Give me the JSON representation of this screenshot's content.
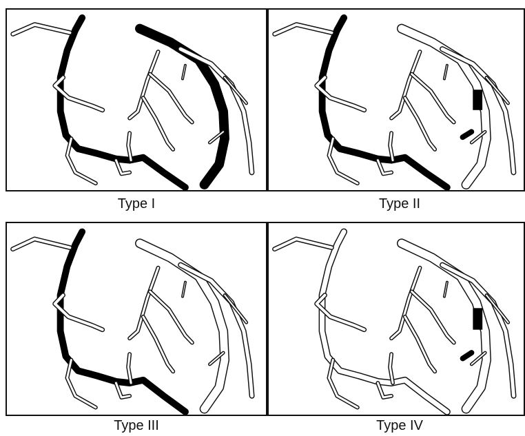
{
  "panels": [
    {
      "label": "Type I",
      "rca_occluded": true,
      "lad_occluded": true,
      "lcx_occluded": false
    },
    {
      "label": "Type II",
      "rca_occluded": true,
      "lad_occluded": false,
      "lcx_occluded": true
    },
    {
      "label": "Type III",
      "rca_occluded": true,
      "lad_occluded": false,
      "lcx_occluded": false
    },
    {
      "label": "Type IV",
      "rca_occluded": false,
      "lad_occluded": false,
      "lcx_occluded": true
    }
  ],
  "colors": {
    "outline": "#111111",
    "occluded": "#000000",
    "background": "#ffffff"
  }
}
